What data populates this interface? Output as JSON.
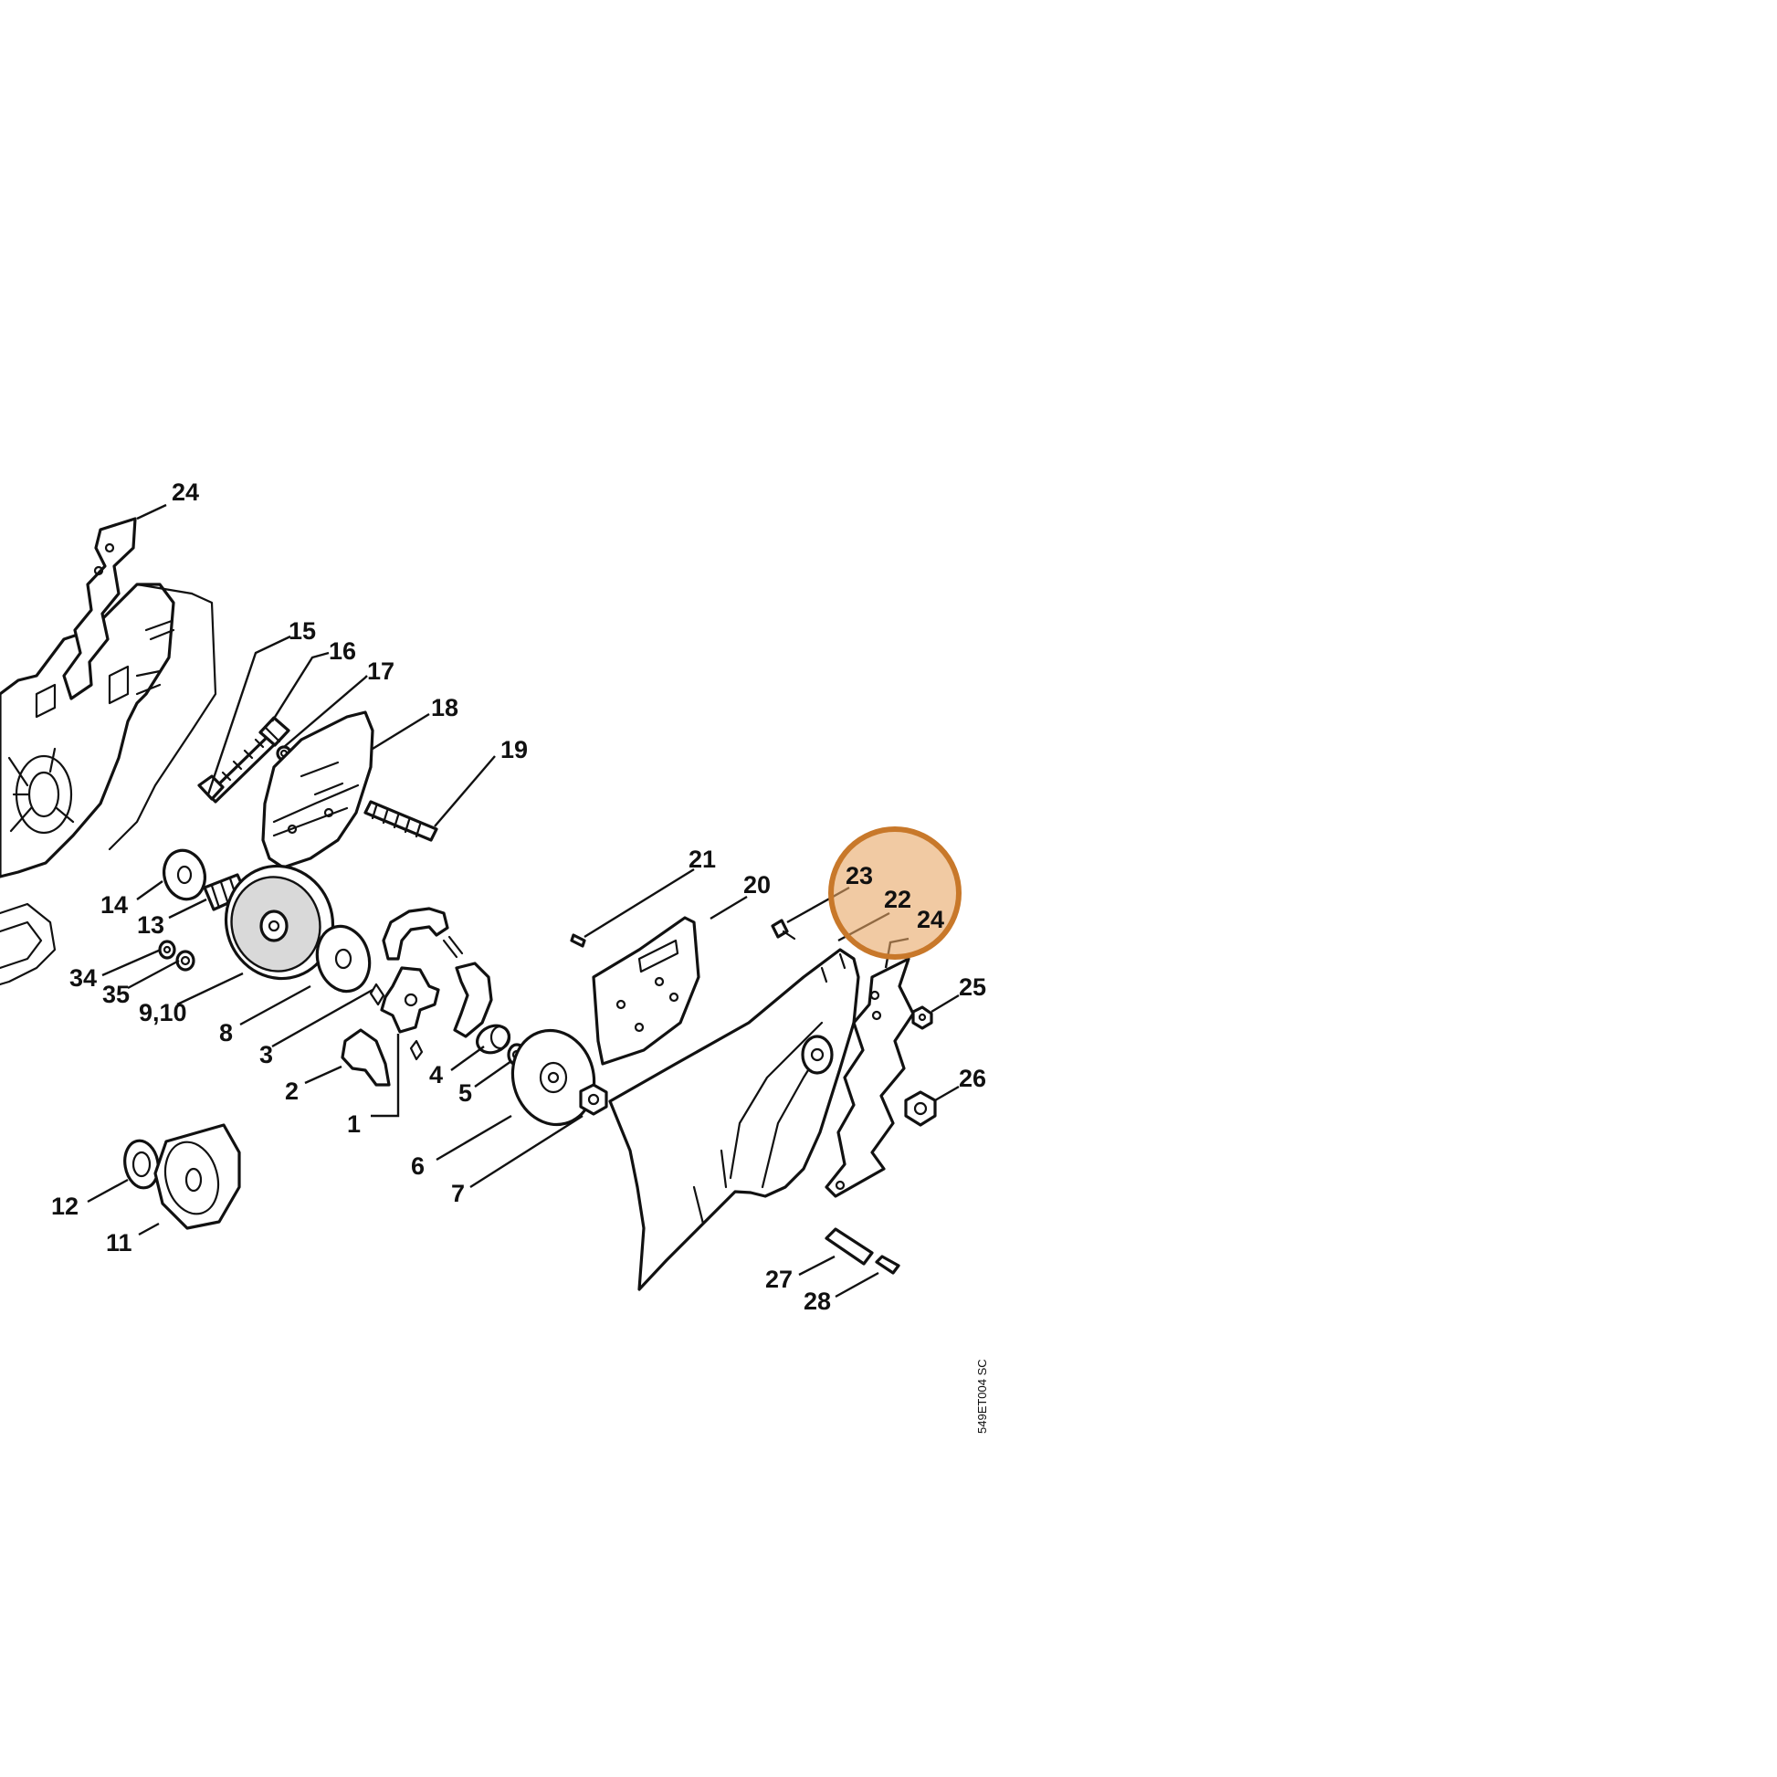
{
  "drawing_code": "549ET004 SC",
  "highlight": {
    "stroke": "#c8782a",
    "fill": "#e8a766",
    "fill_opacity": 0.6
  },
  "callouts": [
    {
      "id": "c24a",
      "label": "24"
    },
    {
      "id": "c15",
      "label": "15"
    },
    {
      "id": "c16",
      "label": "16"
    },
    {
      "id": "c17",
      "label": "17"
    },
    {
      "id": "c18",
      "label": "18"
    },
    {
      "id": "c19",
      "label": "19"
    },
    {
      "id": "c14",
      "label": "14"
    },
    {
      "id": "c13",
      "label": "13"
    },
    {
      "id": "c34",
      "label": "34"
    },
    {
      "id": "c35",
      "label": "35"
    },
    {
      "id": "c910",
      "label": "9,10"
    },
    {
      "id": "c8",
      "label": "8"
    },
    {
      "id": "c3",
      "label": "3"
    },
    {
      "id": "c2",
      "label": "2"
    },
    {
      "id": "c1",
      "label": "1"
    },
    {
      "id": "c4",
      "label": "4"
    },
    {
      "id": "c5",
      "label": "5"
    },
    {
      "id": "c6",
      "label": "6"
    },
    {
      "id": "c7",
      "label": "7"
    },
    {
      "id": "c12",
      "label": "12"
    },
    {
      "id": "c11",
      "label": "11"
    },
    {
      "id": "c21",
      "label": "21"
    },
    {
      "id": "c20",
      "label": "20"
    },
    {
      "id": "c23",
      "label": "23"
    },
    {
      "id": "c22",
      "label": "22"
    },
    {
      "id": "c24b",
      "label": "24"
    },
    {
      "id": "c25",
      "label": "25"
    },
    {
      "id": "c26",
      "label": "26"
    },
    {
      "id": "c27",
      "label": "27"
    },
    {
      "id": "c28",
      "label": "28"
    }
  ]
}
